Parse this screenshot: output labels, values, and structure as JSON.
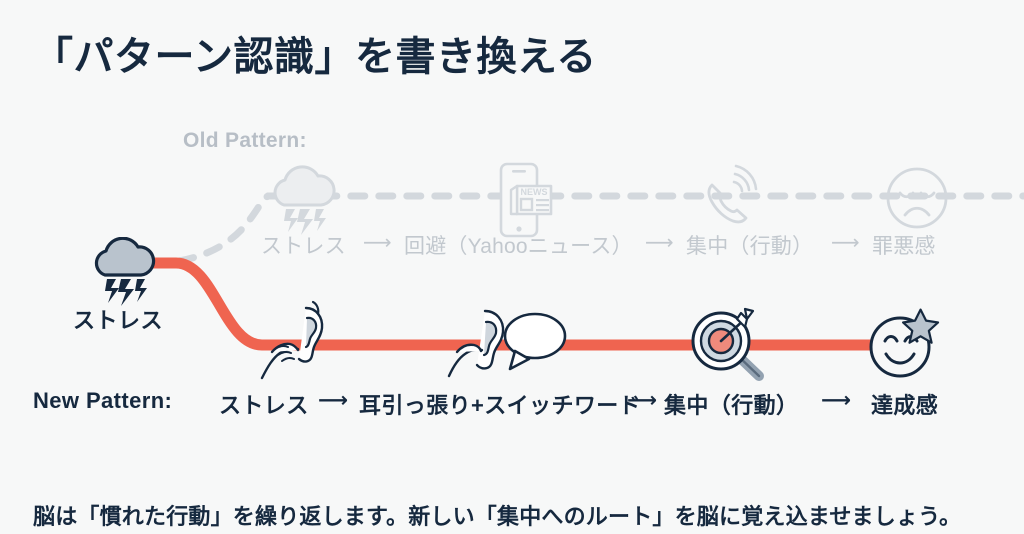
{
  "slide": {
    "title": "「パターン認識」を書き換える",
    "caption": "脳は「慣れた行動」を繰り返します。新しい「集中へのルート」を脳に覚え込ませましょう。",
    "background_color": "#f7f8f8",
    "accent_color": "#ef6450",
    "ink_color": "#16293f",
    "muted_color": "#c2c8ce"
  },
  "old_pattern": {
    "label": "Old Pattern:",
    "line_style": "dashed",
    "line_color": "#d3d8dd",
    "steps": [
      {
        "text": "ストレス",
        "icon": "storm-cloud-icon"
      },
      {
        "text": "回避（Yahooニュース）",
        "icon": "phone-news-icon"
      },
      {
        "text": "集中（行動）",
        "icon": "ringing-phone-icon"
      },
      {
        "text": "罪悪感",
        "icon": "sad-face-icon"
      }
    ],
    "arrows": [
      "⟶",
      "⟶",
      "⟶"
    ]
  },
  "new_pattern": {
    "label": "New Pattern:",
    "line_style": "solid",
    "line_color": "#ef6450",
    "origin": {
      "text": "ストレス",
      "icon": "storm-cloud-icon"
    },
    "steps": [
      {
        "text": "ストレス",
        "icon": "storm-cloud-icon"
      },
      {
        "text": "耳引っ張り+スイッチワード",
        "icon": "ear-pull-icon"
      },
      {
        "text": "集中（行動）",
        "icon": "target-magnifier-icon"
      },
      {
        "text": "達成感",
        "icon": "smiley-star-icon"
      }
    ],
    "arrows": [
      "⟶",
      "⟶",
      "⟶"
    ]
  }
}
